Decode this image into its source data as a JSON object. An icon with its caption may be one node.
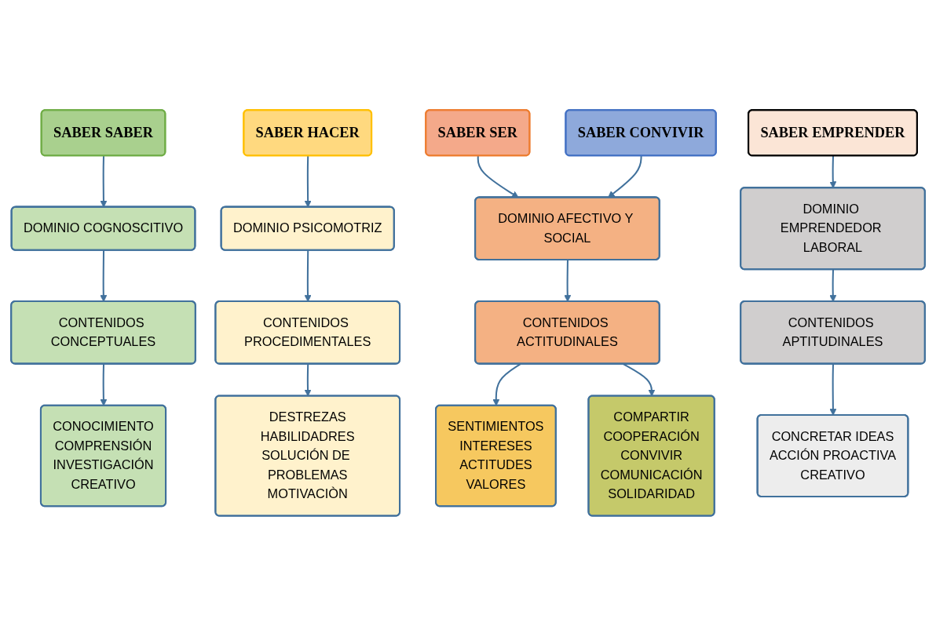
{
  "diagram": {
    "nodes": [
      {
        "text": [
          "SABER SABER"
        ]
      },
      {
        "text": [
          "SABER HACER"
        ]
      },
      {
        "text": [
          "SABER SER"
        ]
      },
      {
        "text": [
          "SABER CONVIVIR"
        ]
      },
      {
        "text": [
          "SABER EMPRENDER"
        ]
      },
      {
        "text": [
          "DOMINIO COGNOSCITIVO"
        ]
      },
      {
        "text": [
          "DOMINIO PSICOMOTRIZ"
        ]
      },
      {
        "text": [
          "DOMINIO AFECTIVO Y SOCIAL"
        ]
      },
      {
        "text": [
          "DOMINIO EMPRENDEDOR LABORAL"
        ]
      },
      {
        "text": [
          "CONTENIDOS CONCEPTUALES"
        ]
      },
      {
        "text": [
          "CONTENIDOS PROCEDIMENTALES"
        ]
      },
      {
        "text": [
          "CONTENIDOS ACTITUDINALES"
        ]
      },
      {
        "text": [
          "CONTENIDOS APTITUDINALES"
        ]
      },
      {
        "text": [
          "CONOCIMIENTO",
          "COMPRENSIÓN",
          "INVESTIGACIÓN",
          "CREATIVO"
        ]
      },
      {
        "text": [
          "DESTREZAS",
          "HABILIDADRES",
          "SOLUCIÓN DE PROBLEMAS",
          "MOTIVACIÒN"
        ]
      },
      {
        "text": [
          "SENTIMIENTOS",
          "INTERESES",
          "ACTITUDES",
          "VALORES"
        ]
      },
      {
        "text": [
          "COMPARTIR",
          "COOPERACIÓN",
          "CONVIVIR",
          "COMUNICACIÓN",
          "SOLIDARIDAD"
        ]
      },
      {
        "text": [
          "CONCRETAR IDEAS",
          "ACCIÓN PROACTIVA",
          "CREATIVO"
        ]
      }
    ],
    "edges": [
      {
        "from": 0,
        "to": 5,
        "arrow": "to"
      },
      {
        "from": 1,
        "to": 6,
        "arrow": "to"
      },
      {
        "from": 2,
        "to": 7,
        "arrow": "to"
      },
      {
        "from": 3,
        "to": 7,
        "arrow": "to"
      },
      {
        "from": 4,
        "to": 8,
        "arrow": "to"
      },
      {
        "from": 5,
        "to": 9,
        "arrow": "to"
      },
      {
        "from": 6,
        "to": 10,
        "arrow": "to"
      },
      {
        "from": 7,
        "to": 11,
        "arrow": "to"
      },
      {
        "from": 8,
        "to": 12,
        "arrow": "to"
      },
      {
        "from": 9,
        "to": 13,
        "arrow": "to"
      },
      {
        "from": 10,
        "to": 14,
        "arrow": "to"
      },
      {
        "from": 11,
        "to": 15,
        "arrow": "to"
      },
      {
        "from": 11,
        "to": 16,
        "arrow": "to"
      },
      {
        "from": 12,
        "to": 17,
        "arrow": "to"
      }
    ]
  }
}
